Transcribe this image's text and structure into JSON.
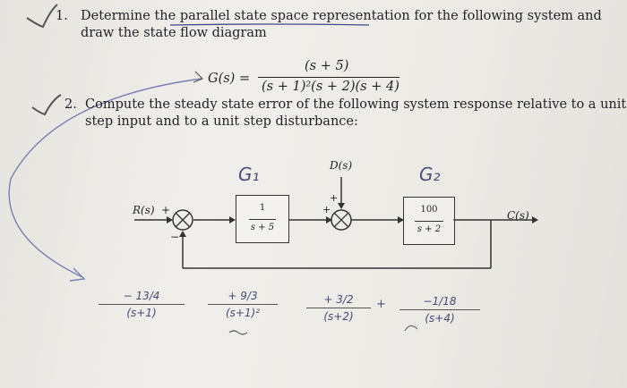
{
  "q1": {
    "number": "1.",
    "line1": "Determine the parallel state space representation for the following system and",
    "line2": "draw the state flow diagram"
  },
  "tf": {
    "lhs": "G(s) =",
    "numerator": "(s + 5)",
    "denominator": "(s + 1)²(s + 2)(s + 4)"
  },
  "q2": {
    "number": "2.",
    "line1": "Compute the steady state error of the following system response relative to a unit",
    "line2": "step input and to a unit step disturbance:"
  },
  "diagram": {
    "input": "R(s)",
    "sum1_plus": "+",
    "sum1_minus": "−",
    "g1_label": "G₁",
    "block1_num": "1",
    "block1_den": "s + 5",
    "disturbance": "D(s)",
    "sum2_plus_left": "+",
    "sum2_plus_top": "+",
    "g2_label": "G₂",
    "block2_num": "100",
    "block2_den": "s + 2",
    "output": "C(s)"
  },
  "partial_fractions": [
    {
      "num": "− 13/4",
      "den": "(s+1)"
    },
    {
      "num": "+ 9/3",
      "den": "(s+1)²"
    },
    {
      "num": "+ 3/2",
      "den": "(s+2)"
    },
    {
      "num": "−1/18",
      "den": "(s+4)"
    }
  ],
  "pf_plus": "+",
  "colors": {
    "ink": "#1f1f28",
    "pen": "#454a78",
    "paper": "#eceae6"
  }
}
